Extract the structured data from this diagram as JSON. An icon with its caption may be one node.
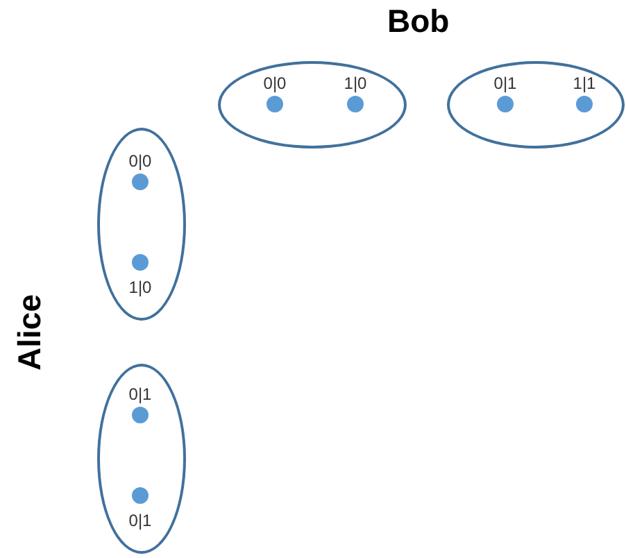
{
  "diagram": {
    "nodes": [
      {
        "text": [],
        "shape": "ellipse"
      },
      {
        "text": [],
        "shape": "circle",
        "beside": [
          "0|0"
        ],
        "in": 0
      },
      {
        "text": [],
        "shape": "circle",
        "beside": [
          "1|0"
        ],
        "in": 0
      },
      {
        "text": [],
        "shape": "ellipse"
      },
      {
        "text": [],
        "shape": "circle",
        "beside": [
          "0|1"
        ],
        "in": 3
      },
      {
        "text": [],
        "shape": "circle",
        "beside": [
          "1|1"
        ],
        "in": 3
      },
      {
        "text": [],
        "shape": "ellipse"
      },
      {
        "text": [],
        "shape": "circle",
        "beside": [
          "0|0"
        ],
        "in": 6
      },
      {
        "text": [],
        "shape": "circle",
        "beside": [
          "1|0"
        ],
        "in": 6
      },
      {
        "text": [],
        "shape": "ellipse"
      },
      {
        "text": [],
        "shape": "circle",
        "beside": [
          "0|1"
        ],
        "in": 9
      },
      {
        "text": [],
        "shape": "circle",
        "beside": [
          "0|1"
        ],
        "in": 9
      }
    ],
    "labels": [
      "Bob",
      "Alice"
    ]
  }
}
